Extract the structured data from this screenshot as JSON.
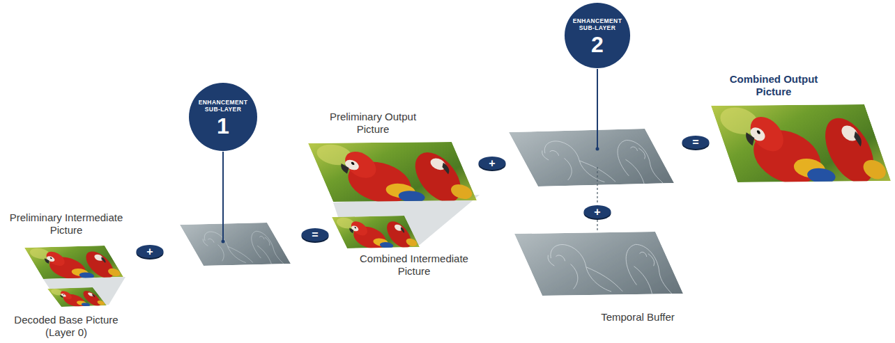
{
  "diagram": {
    "nodes": [
      {
        "text": [
          "Preliminary Intermediate Picture"
        ]
      },
      {
        "text": [
          "Decoded Base Picture (Layer 0)"
        ]
      },
      {
        "text": [
          "+"
        ]
      },
      {
        "text": [
          "ENHANCEMENT SUB-LAYER",
          "1"
        ]
      },
      {
        "text": [
          "="
        ]
      },
      {
        "text": [
          "Preliminary Output Picture"
        ]
      },
      {
        "text": [
          "Combined Intermediate Picture"
        ]
      },
      {
        "text": [
          "+"
        ]
      },
      {
        "text": [
          "ENHANCEMENT SUB-LAYER",
          "2"
        ]
      },
      {
        "text": [
          "="
        ]
      },
      {
        "text": [
          "Combined Output Picture"
        ]
      },
      {
        "text": [
          "+"
        ]
      },
      {
        "text": [
          "Temporal Buffer"
        ]
      }
    ],
    "edges": [
      {
        "from": 11,
        "to": 12,
        "arrow": "none"
      }
    ]
  }
}
